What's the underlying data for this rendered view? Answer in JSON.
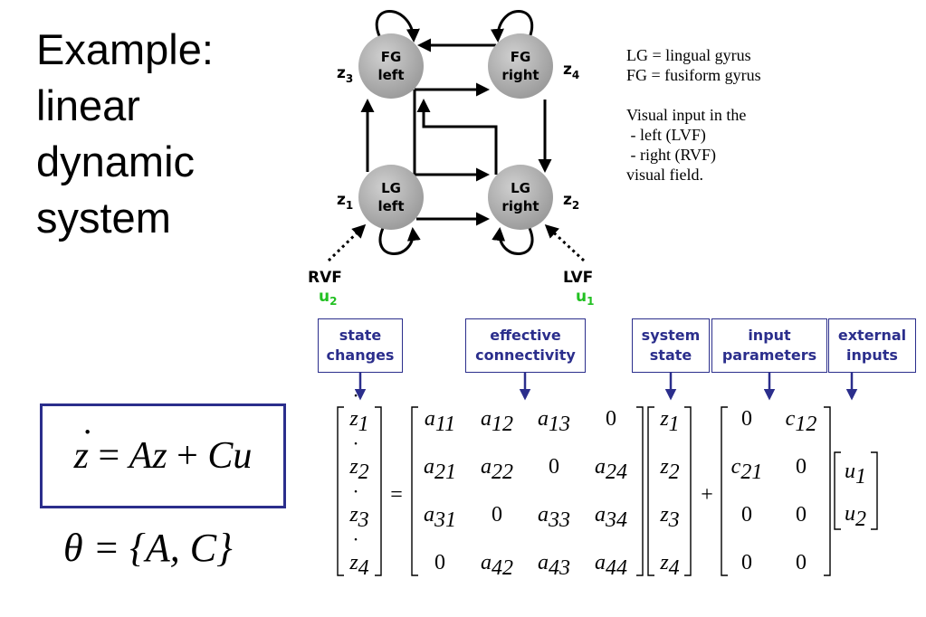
{
  "title": {
    "line1": "Example:",
    "line2": "linear",
    "line3": "dynamic",
    "line4": "system"
  },
  "legend": {
    "lines": [
      "LG = lingual gyrus",
      "FG = fusiform gyrus",
      "",
      "Visual input in the",
      " - left (LVF)",
      " - right (RVF)",
      "visual field."
    ]
  },
  "nodes": {
    "fg_left": {
      "line1": "FG",
      "line2": "left",
      "state": "z",
      "index": "3"
    },
    "fg_right": {
      "line1": "FG",
      "line2": "right",
      "state": "z",
      "index": "4"
    },
    "lg_left": {
      "line1": "LG",
      "line2": "left",
      "state": "z",
      "index": "1"
    },
    "lg_right": {
      "line1": "LG",
      "line2": "right",
      "state": "z",
      "index": "2"
    }
  },
  "inputs": {
    "rvf": {
      "label": "RVF",
      "var": "u",
      "index": "2"
    },
    "lvf": {
      "label": "LVF",
      "var": "u",
      "index": "1"
    }
  },
  "annotations": [
    {
      "line1": "state",
      "line2": "changes"
    },
    {
      "line1": "effective",
      "line2": "connectivity"
    },
    {
      "line1": "system",
      "line2": "state"
    },
    {
      "line1": "input",
      "line2": "parameters"
    },
    {
      "line1": "external",
      "line2": "inputs"
    }
  ],
  "equation": {
    "lhs": "z",
    "eq": " = ",
    "rhs_a": "Az",
    "plus": " + ",
    "rhs_b": "Cu"
  },
  "theta": {
    "text": "θ = {A, C}"
  },
  "matrix": {
    "zdot": [
      "1",
      "2",
      "3",
      "4"
    ],
    "A": [
      [
        "a11",
        "a12",
        "a13",
        "0"
      ],
      [
        "a21",
        "a22",
        "0",
        "a24"
      ],
      [
        "a31",
        "0",
        "a33",
        "a34"
      ],
      [
        "0",
        "a42",
        "a43",
        "a44"
      ]
    ],
    "z": [
      "1",
      "2",
      "3",
      "4"
    ],
    "C": [
      [
        "0",
        "c12"
      ],
      [
        "c21",
        "0"
      ],
      [
        "0",
        "0"
      ],
      [
        "0",
        "0"
      ]
    ],
    "u": [
      "1",
      "2"
    ],
    "equals": "=",
    "plus": "+"
  },
  "colors": {
    "accent": "#2b2e8c",
    "input_green": "#22c022",
    "node_gray": "#a8a8a8"
  }
}
